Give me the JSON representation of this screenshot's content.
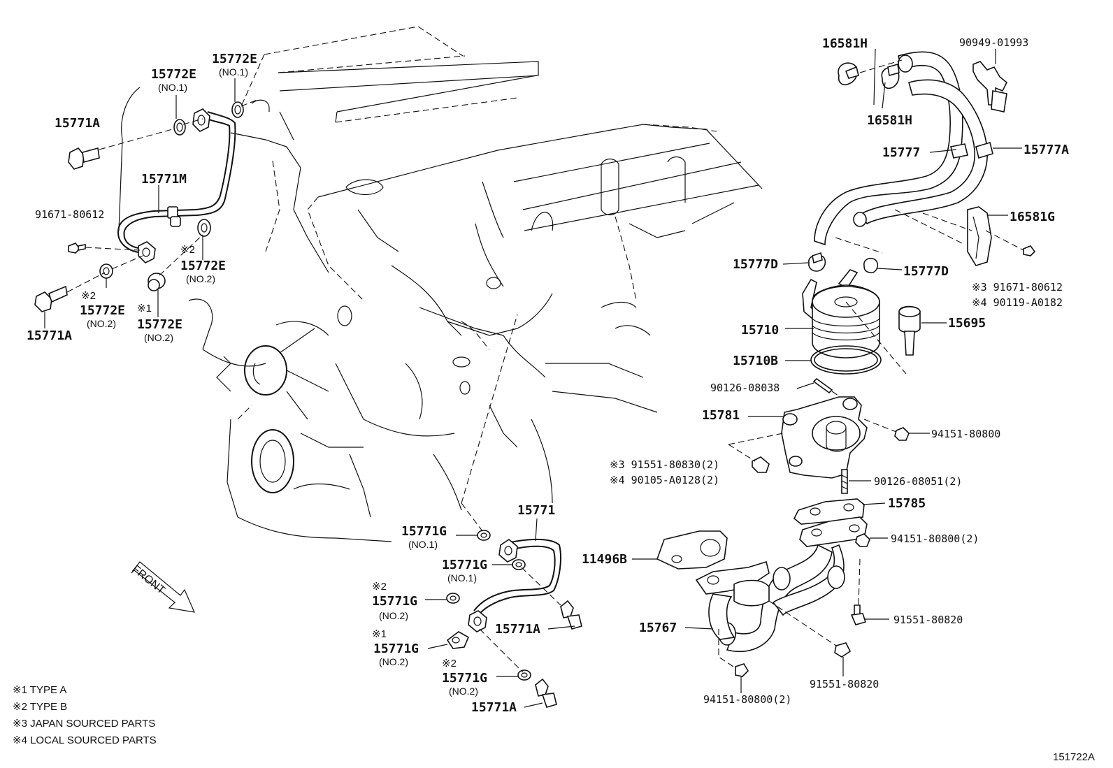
{
  "diagram_id": "151722A",
  "front_label": "FRONT",
  "notes": [
    "※1 TYPE A",
    "※2 TYPE B",
    "※3 JAPAN SOURCED PARTS",
    "※4 LOCAL SOURCED PARTS"
  ],
  "labels": {
    "p15772E_a": "15772E",
    "p15772E_a_sub": "(NO.1)",
    "p15772E_b": "15772E",
    "p15772E_b_sub": "(NO.1)",
    "p15771A_top": "15771A",
    "p15771M": "15771M",
    "p91671_left": "91671-80612",
    "p15772E_c_mark": "※2",
    "p15772E_c": "15772E",
    "p15772E_c_sub": "(NO.2)",
    "p15772E_d_mark": "※2",
    "p15772E_d": "15772E",
    "p15772E_d_sub": "(NO.2)",
    "p15772E_e_mark": "※1",
    "p15772E_e": "15772E",
    "p15772E_e_sub": "(NO.2)",
    "p15771A_left": "15771A",
    "p16581H_a": "16581H",
    "p16581H_b": "16581H",
    "p90949": "90949-01993",
    "p15777": "15777",
    "p15777A": "15777A",
    "p16581G": "16581G",
    "p15777D_a": "15777D",
    "p15777D_b": "15777D",
    "p91671_right": "※3 91671-80612",
    "p90119": "※4 90119-A0182",
    "p15710": "15710",
    "p15695": "15695",
    "p15710B": "15710B",
    "p90126_08038": "90126-08038",
    "p15781": "15781",
    "p94151_a": "94151-80800",
    "p91551_80830": "※3 91551-80830(2)",
    "p90105": "※4 90105-A0128(2)",
    "p90126_08051": "90126-08051(2)",
    "p15785": "15785",
    "p94151_b": "94151-80800(2)",
    "p11496B": "11496B",
    "p91551_a": "91551-80820",
    "p15767": "15767",
    "p91551_b": "91551-80820",
    "p94151_c": "94151-80800(2)",
    "p15771": "15771",
    "p15771G_a": "15771G",
    "p15771G_a_sub": "(NO.1)",
    "p15771G_b": "15771G",
    "p15771G_b_sub": "(NO.1)",
    "p15771G_c_mark": "※2",
    "p15771G_c": "15771G",
    "p15771G_c_sub": "(NO.2)",
    "p15771G_d_mark": "※1",
    "p15771G_d": "15771G",
    "p15771G_d_sub": "(NO.2)",
    "p15771G_e_mark": "※2",
    "p15771G_e": "15771G",
    "p15771G_e_sub": "(NO.2)",
    "p15771A_b1": "15771A",
    "p15771A_b2": "15771A"
  }
}
